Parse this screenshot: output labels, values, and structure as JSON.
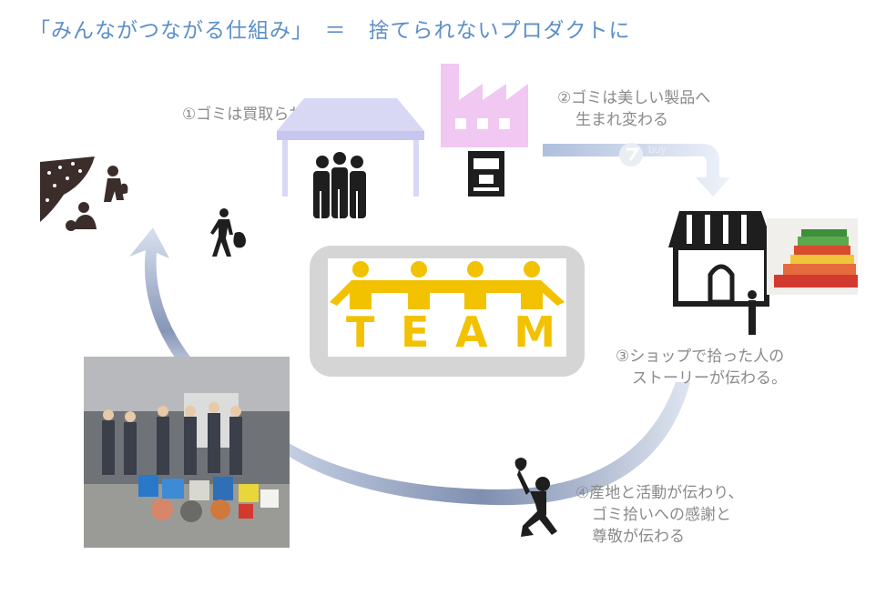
{
  "title": "「みんながつながる仕組み」　＝　捨てられないプロダクトに",
  "steps": {
    "s1": "①ゴミは買取られる",
    "s2_line1": "②ゴミは美しい製品へ",
    "s2_line2": "生まれ変わる",
    "s3_line1": "③ショップで拾った人の",
    "s3_line2": "ストーリーが伝わる。",
    "s4_line1": "④産地と活動が伝わり、",
    "s4_line2": "ゴミ拾いへの感謝と",
    "s4_line3": "尊敬が伝わる"
  },
  "team": {
    "letters": [
      "T",
      "E",
      "A",
      "M"
    ]
  },
  "logo_text": "buy",
  "colors": {
    "title": "#5b8fc9",
    "team_yellow": "#f2c200",
    "factory_pink": "#f0c8f2",
    "tent_lavender": "#d8d8f5",
    "arrow_blue": "#aab9d6"
  }
}
